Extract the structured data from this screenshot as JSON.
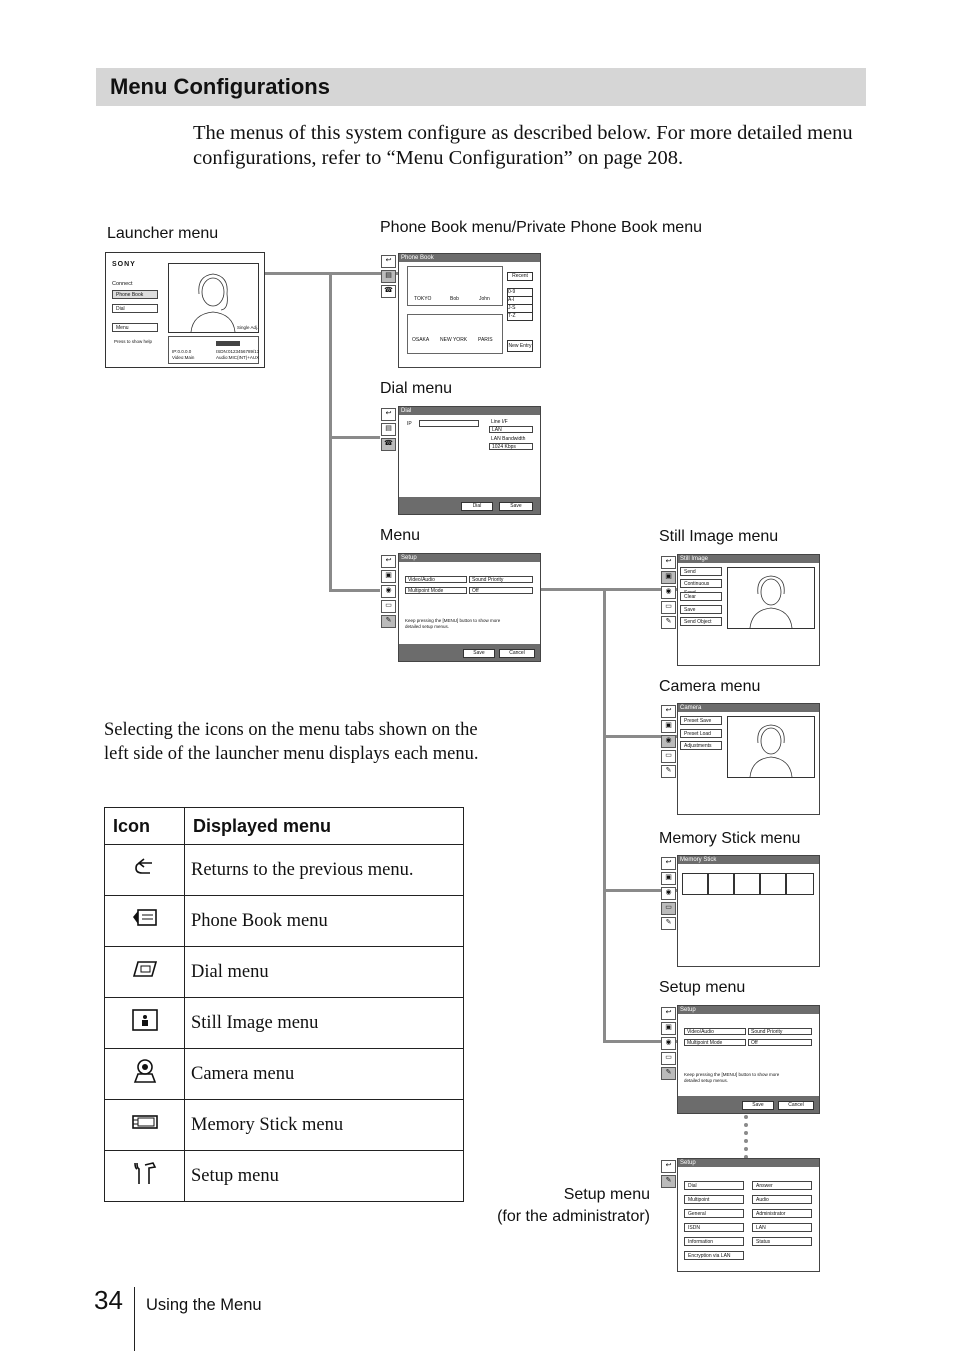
{
  "section_title": "Menu Configurations",
  "intro": "The menus of this system configure as described below. For more detailed menu configurations, refer to “Menu Configuration” on page 208.",
  "labels": {
    "launcher": "Launcher menu",
    "phonebook": "Phone Book menu/Private Phone Book menu",
    "dial": "Dial menu",
    "menu": "Menu",
    "still": "Still Image menu",
    "camera": "Camera menu",
    "memory": "Memory Stick menu",
    "setup": "Setup menu",
    "setup_admin_1": "Setup menu",
    "setup_admin_2": "(for the administrator)"
  },
  "paragraph": "Selecting the icons on the menu tabs shown on the left side of the launcher menu displays each menu.",
  "table": {
    "headers": [
      "Icon",
      "Displayed menu"
    ],
    "rows": [
      {
        "icon": "return-icon",
        "text": "Returns to the previous menu."
      },
      {
        "icon": "phone-book-icon",
        "text": "Phone Book menu"
      },
      {
        "icon": "dial-icon",
        "text": "Dial menu"
      },
      {
        "icon": "still-image-icon",
        "text": "Still Image menu"
      },
      {
        "icon": "camera-icon",
        "text": "Camera menu"
      },
      {
        "icon": "memory-stick-icon",
        "text": "Memory Stick menu"
      },
      {
        "icon": "setup-icon",
        "text": "Setup menu"
      }
    ]
  },
  "launcher_screen": {
    "brand": "SONY",
    "connect": "Connect",
    "items": [
      "Phone Book",
      "Dial",
      "Menu"
    ],
    "help": "Press to show help",
    "single_adj": "Single Adj.",
    "ip": "IP:0.0.0.0",
    "video": "Video:Main",
    "isdn": "ISDN:0123456789/13",
    "audio": "Audio:MIC(INT)+AUX"
  },
  "phonebook_screen": {
    "title": "Phone Book",
    "entries_top": [
      "TOKYO",
      "Bob",
      "John"
    ],
    "entries_bottom": [
      "OSAKA",
      "NEW YORK",
      "PARIS"
    ],
    "recent": "Recent",
    "ranges": [
      "0-9",
      "A-I",
      "J-S",
      "T-Z"
    ],
    "new_entry": "New Entry"
  },
  "dial_screen": {
    "title": "Dial",
    "ip_label": "IP",
    "line_if": "Line I/F",
    "line_val": "LAN",
    "lan_bw": "LAN Bandwidth",
    "lan_bw_val": "1024 Kbps",
    "dial_btn": "Dial",
    "save_btn": "Save"
  },
  "setup_screen": {
    "title": "Setup",
    "row1_label": "Video/Audio",
    "row1_val": "Sound Priority",
    "row2_label": "Multipoint Mode",
    "row2_val": "Off",
    "note": "Keep pressing the [MENU] button to show more detailed setup menus.",
    "save": "Save",
    "cancel": "Cancel"
  },
  "still_screen": {
    "title": "Still Image",
    "buttons": [
      "Send",
      "Continuous Send",
      "Clear",
      "Save",
      "Send Object"
    ]
  },
  "camera_screen": {
    "title": "Camera",
    "buttons": [
      "Preset Save",
      "Preset Load",
      "Adjustments"
    ]
  },
  "memory_screen": {
    "title": "Memory Stick"
  },
  "admin_screen": {
    "title": "Setup",
    "left": [
      "Dial",
      "Multipoint",
      "General",
      "ISDN",
      "Information",
      "Encryption via LAN"
    ],
    "right": [
      "Answer",
      "Audio",
      "Administrator",
      "LAN",
      "Status"
    ]
  },
  "footer": {
    "page": "34",
    "text": "Using the Menu"
  }
}
